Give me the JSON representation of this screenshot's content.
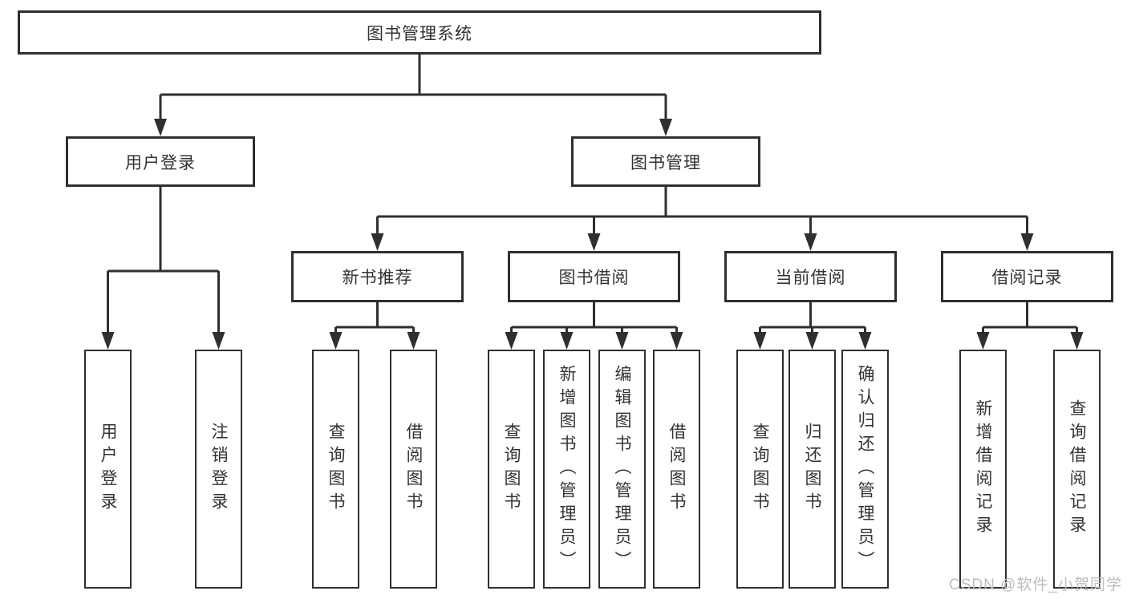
{
  "diagram": {
    "type": "tree",
    "root": {
      "label": "图书管理系统"
    },
    "level1": [
      {
        "label": "用户登录"
      },
      {
        "label": "图书管理"
      }
    ],
    "level2": [
      {
        "label": "新书推荐"
      },
      {
        "label": "图书借阅"
      },
      {
        "label": "当前借阅"
      },
      {
        "label": "借阅记录"
      }
    ],
    "leaves": {
      "user_login": [
        {
          "label": "用户登录"
        },
        {
          "label": "注销登录"
        }
      ],
      "new_book_recommend": [
        {
          "label": "查询图书"
        },
        {
          "label": "借阅图书"
        }
      ],
      "book_borrow": [
        {
          "label": "查询图书"
        },
        {
          "label": "新增图书（管理员）"
        },
        {
          "label": "编辑图书（管理员）"
        },
        {
          "label": "借阅图书"
        }
      ],
      "current_borrow": [
        {
          "label": "查询图书"
        },
        {
          "label": "归还图书"
        },
        {
          "label": "确认归还（管理员）"
        }
      ],
      "borrow_records": [
        {
          "label": "新增借阅记录"
        },
        {
          "label": "查询借阅记录"
        }
      ]
    },
    "watermark": "CSDN @软件_小贺同学",
    "colors": {
      "line": "#2f2f2f",
      "text": "#333333",
      "background": "#ffffff",
      "watermark": "#bcbcbc"
    }
  }
}
